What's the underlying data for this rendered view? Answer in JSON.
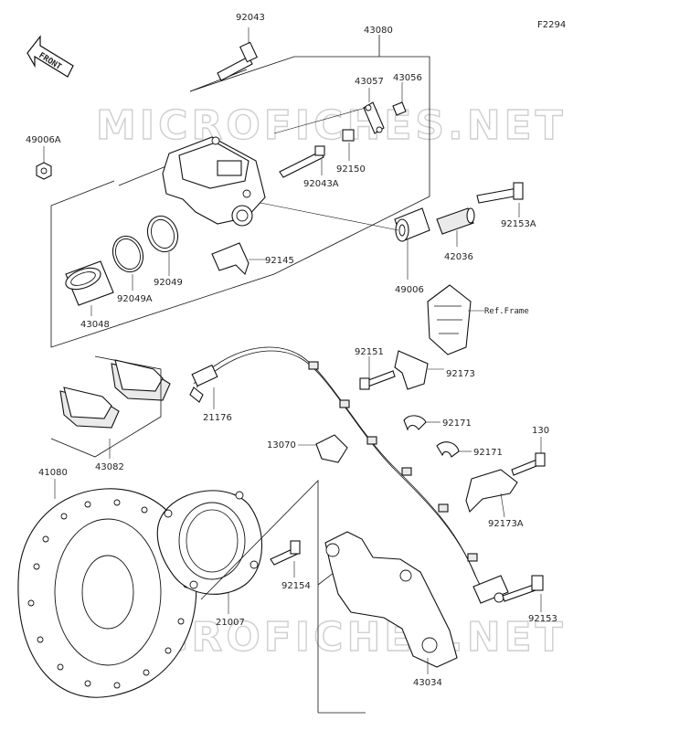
{
  "figure_code": "F2294",
  "front_arrow_label": "FRONT",
  "watermark": "MICROFICHES.NET",
  "ref_frame_label": "Ref.Frame",
  "parts": {
    "p92043": "92043",
    "p43080": "43080",
    "p43057": "43057",
    "p43056": "43056",
    "p49006A": "49006A",
    "p92150": "92150",
    "p92043A": "92043A",
    "p92153A": "92153A",
    "p42036": "42036",
    "p49006": "49006",
    "p92145": "92145",
    "p92049": "92049",
    "p92049A": "92049A",
    "p43048": "43048",
    "p92151": "92151",
    "p92173": "92173",
    "p21176": "21176",
    "p43082": "43082",
    "p92171a": "92171",
    "p92171b": "92171",
    "p13070": "13070",
    "p130": "130",
    "p92173A": "92173A",
    "p41080": "41080",
    "p92154": "92154",
    "p21007": "21007",
    "p92153": "92153",
    "p43034": "43034"
  }
}
